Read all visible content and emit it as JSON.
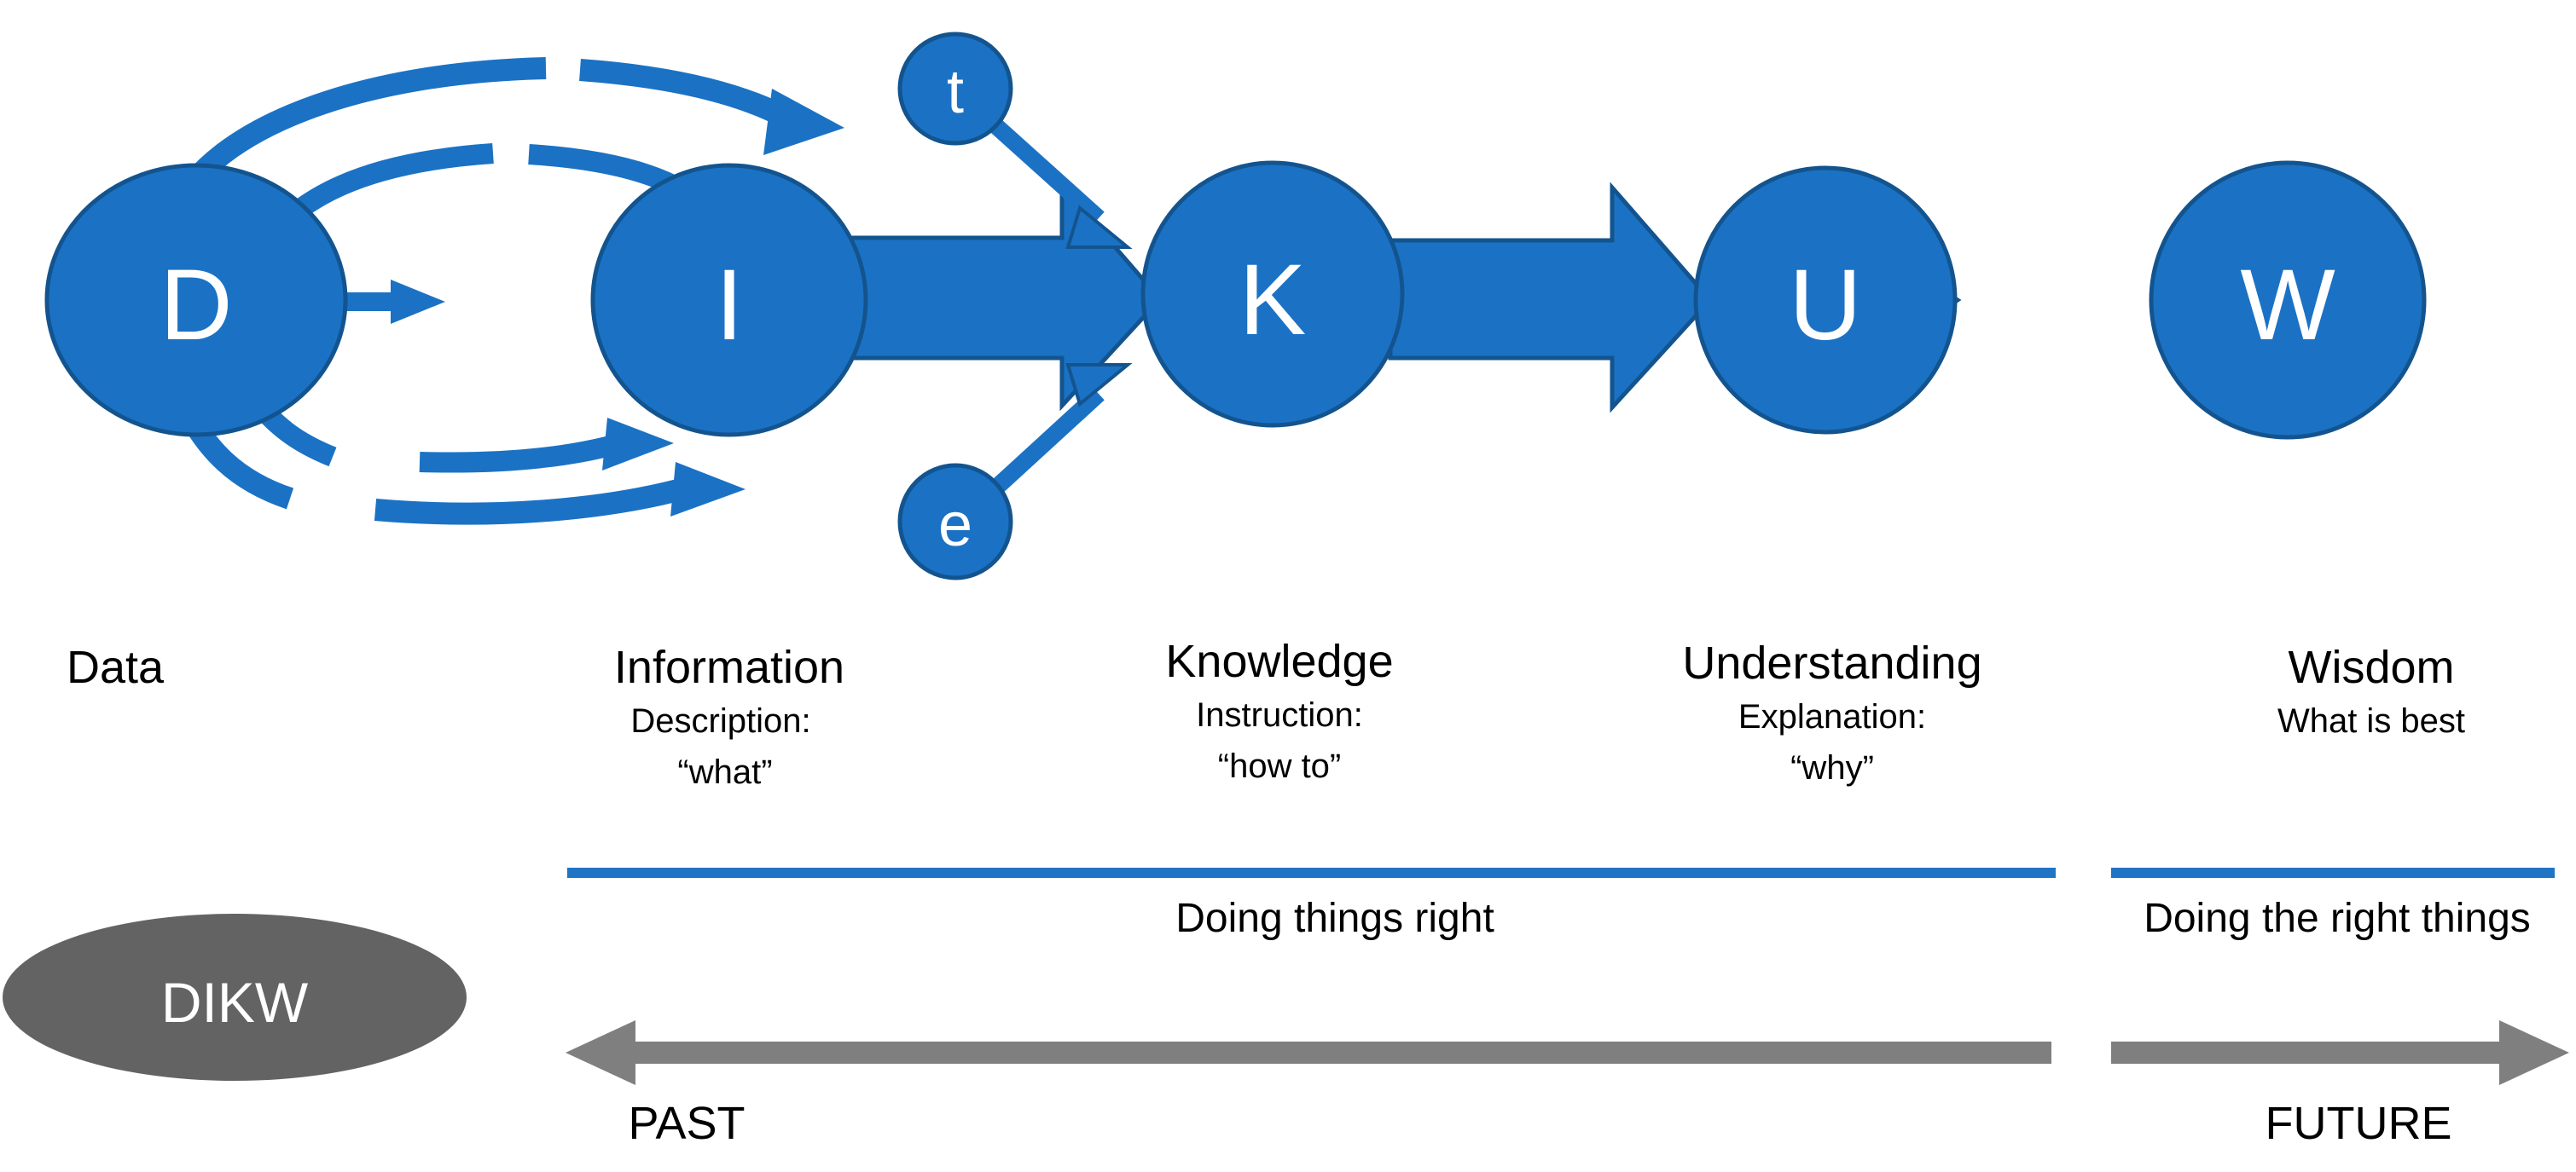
{
  "diagram": {
    "title": "DIKW",
    "colors": {
      "node_fill": "#1B72C4",
      "node_stroke": "#13548F",
      "arrow_blue": "#1B72C4",
      "dikw_fill": "#636363",
      "timeline_gray": "#7F7F7F",
      "divider_blue": "#1F74C4",
      "text_black": "#000000",
      "text_white": "#FFFFFF"
    },
    "nodes": [
      {
        "id": "D",
        "letter": "D"
      },
      {
        "id": "I",
        "letter": "I"
      },
      {
        "id": "K",
        "letter": "K"
      },
      {
        "id": "U",
        "letter": "U"
      },
      {
        "id": "W",
        "letter": "W"
      },
      {
        "id": "t",
        "letter": "t"
      },
      {
        "id": "e",
        "letter": "e"
      }
    ],
    "stages": [
      {
        "name": "Data",
        "kind": "",
        "quote": ""
      },
      {
        "name": "Information",
        "kind": "Description:",
        "quote": "“what”"
      },
      {
        "name": "Knowledge",
        "kind": "Instruction:",
        "quote": "“how to”"
      },
      {
        "name": "Understanding",
        "kind": "Explanation:",
        "quote": "“why”"
      },
      {
        "name": "Wisdom",
        "kind": "What is best",
        "quote": ""
      }
    ],
    "phases": [
      {
        "label": "Doing things right"
      },
      {
        "label": "Doing the right things"
      }
    ],
    "timeline": {
      "past_label": "PAST",
      "future_label": "FUTURE"
    },
    "badge": {
      "label": "DIKW"
    }
  }
}
